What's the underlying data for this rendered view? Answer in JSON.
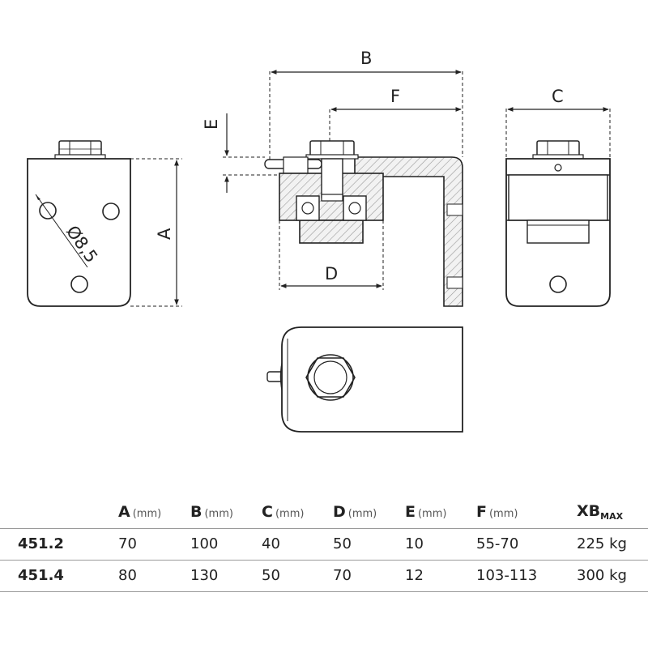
{
  "drawing": {
    "dimensions": {
      "a": "A",
      "b": "B",
      "c": "C",
      "d": "D",
      "e": "E",
      "f": "F",
      "hole": "Ø8,5"
    }
  },
  "table": {
    "headers": [
      {
        "letter": "",
        "unit": ""
      },
      {
        "letter": "A",
        "unit": "(mm)"
      },
      {
        "letter": "B",
        "unit": "(mm)"
      },
      {
        "letter": "C",
        "unit": "(mm)"
      },
      {
        "letter": "D",
        "unit": "(mm)"
      },
      {
        "letter": "E",
        "unit": "(mm)"
      },
      {
        "letter": "F",
        "unit": "(mm)"
      },
      {
        "letter": "XB",
        "sub": "MAX"
      }
    ],
    "rows": [
      {
        "model": "451.2",
        "a": "70",
        "b": "100",
        "c": "40",
        "d": "50",
        "e": "10",
        "f": "55-70",
        "xb": "225 kg"
      },
      {
        "model": "451.4",
        "a": "80",
        "b": "130",
        "c": "50",
        "d": "70",
        "e": "12",
        "f": "103-113",
        "xb": "300 kg"
      }
    ]
  }
}
